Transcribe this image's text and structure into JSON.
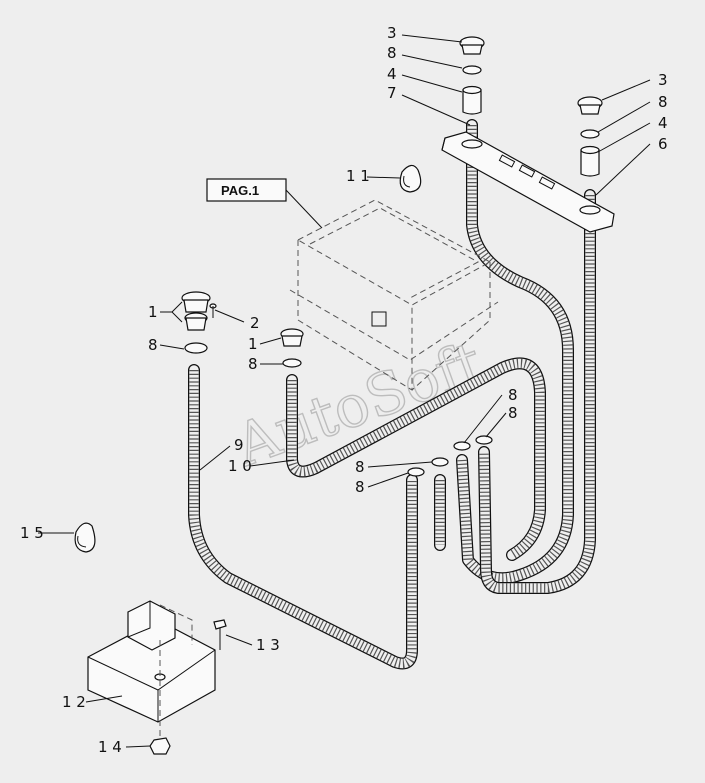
{
  "reference_box": {
    "text": "PAG.1"
  },
  "watermark": {
    "text": "AutoSoft"
  },
  "callouts": [
    {
      "id": "c-top-3",
      "text": "3"
    },
    {
      "id": "c-top-8",
      "text": "8"
    },
    {
      "id": "c-top-4",
      "text": "4"
    },
    {
      "id": "c-top-7",
      "text": "7"
    },
    {
      "id": "c-right-3",
      "text": "3"
    },
    {
      "id": "c-right-8",
      "text": "8"
    },
    {
      "id": "c-right-4",
      "text": "4"
    },
    {
      "id": "c-right-6",
      "text": "6"
    },
    {
      "id": "c-11",
      "text": "1 1"
    },
    {
      "id": "c-left-1",
      "text": "1"
    },
    {
      "id": "c-left-2",
      "text": "2"
    },
    {
      "id": "c-left-8",
      "text": "8"
    },
    {
      "id": "c-mid-1",
      "text": "1"
    },
    {
      "id": "c-mid-8",
      "text": "8"
    },
    {
      "id": "c-9",
      "text": "9"
    },
    {
      "id": "c-10",
      "text": "1 0"
    },
    {
      "id": "c-low-8a",
      "text": "8"
    },
    {
      "id": "c-low-8b",
      "text": "8"
    },
    {
      "id": "c-low-8c",
      "text": "8"
    },
    {
      "id": "c-low-8d",
      "text": "8"
    },
    {
      "id": "c-15",
      "text": "1 5"
    },
    {
      "id": "c-13",
      "text": "1 3"
    },
    {
      "id": "c-12",
      "text": "1 2"
    },
    {
      "id": "c-14",
      "text": "1 4"
    }
  ]
}
